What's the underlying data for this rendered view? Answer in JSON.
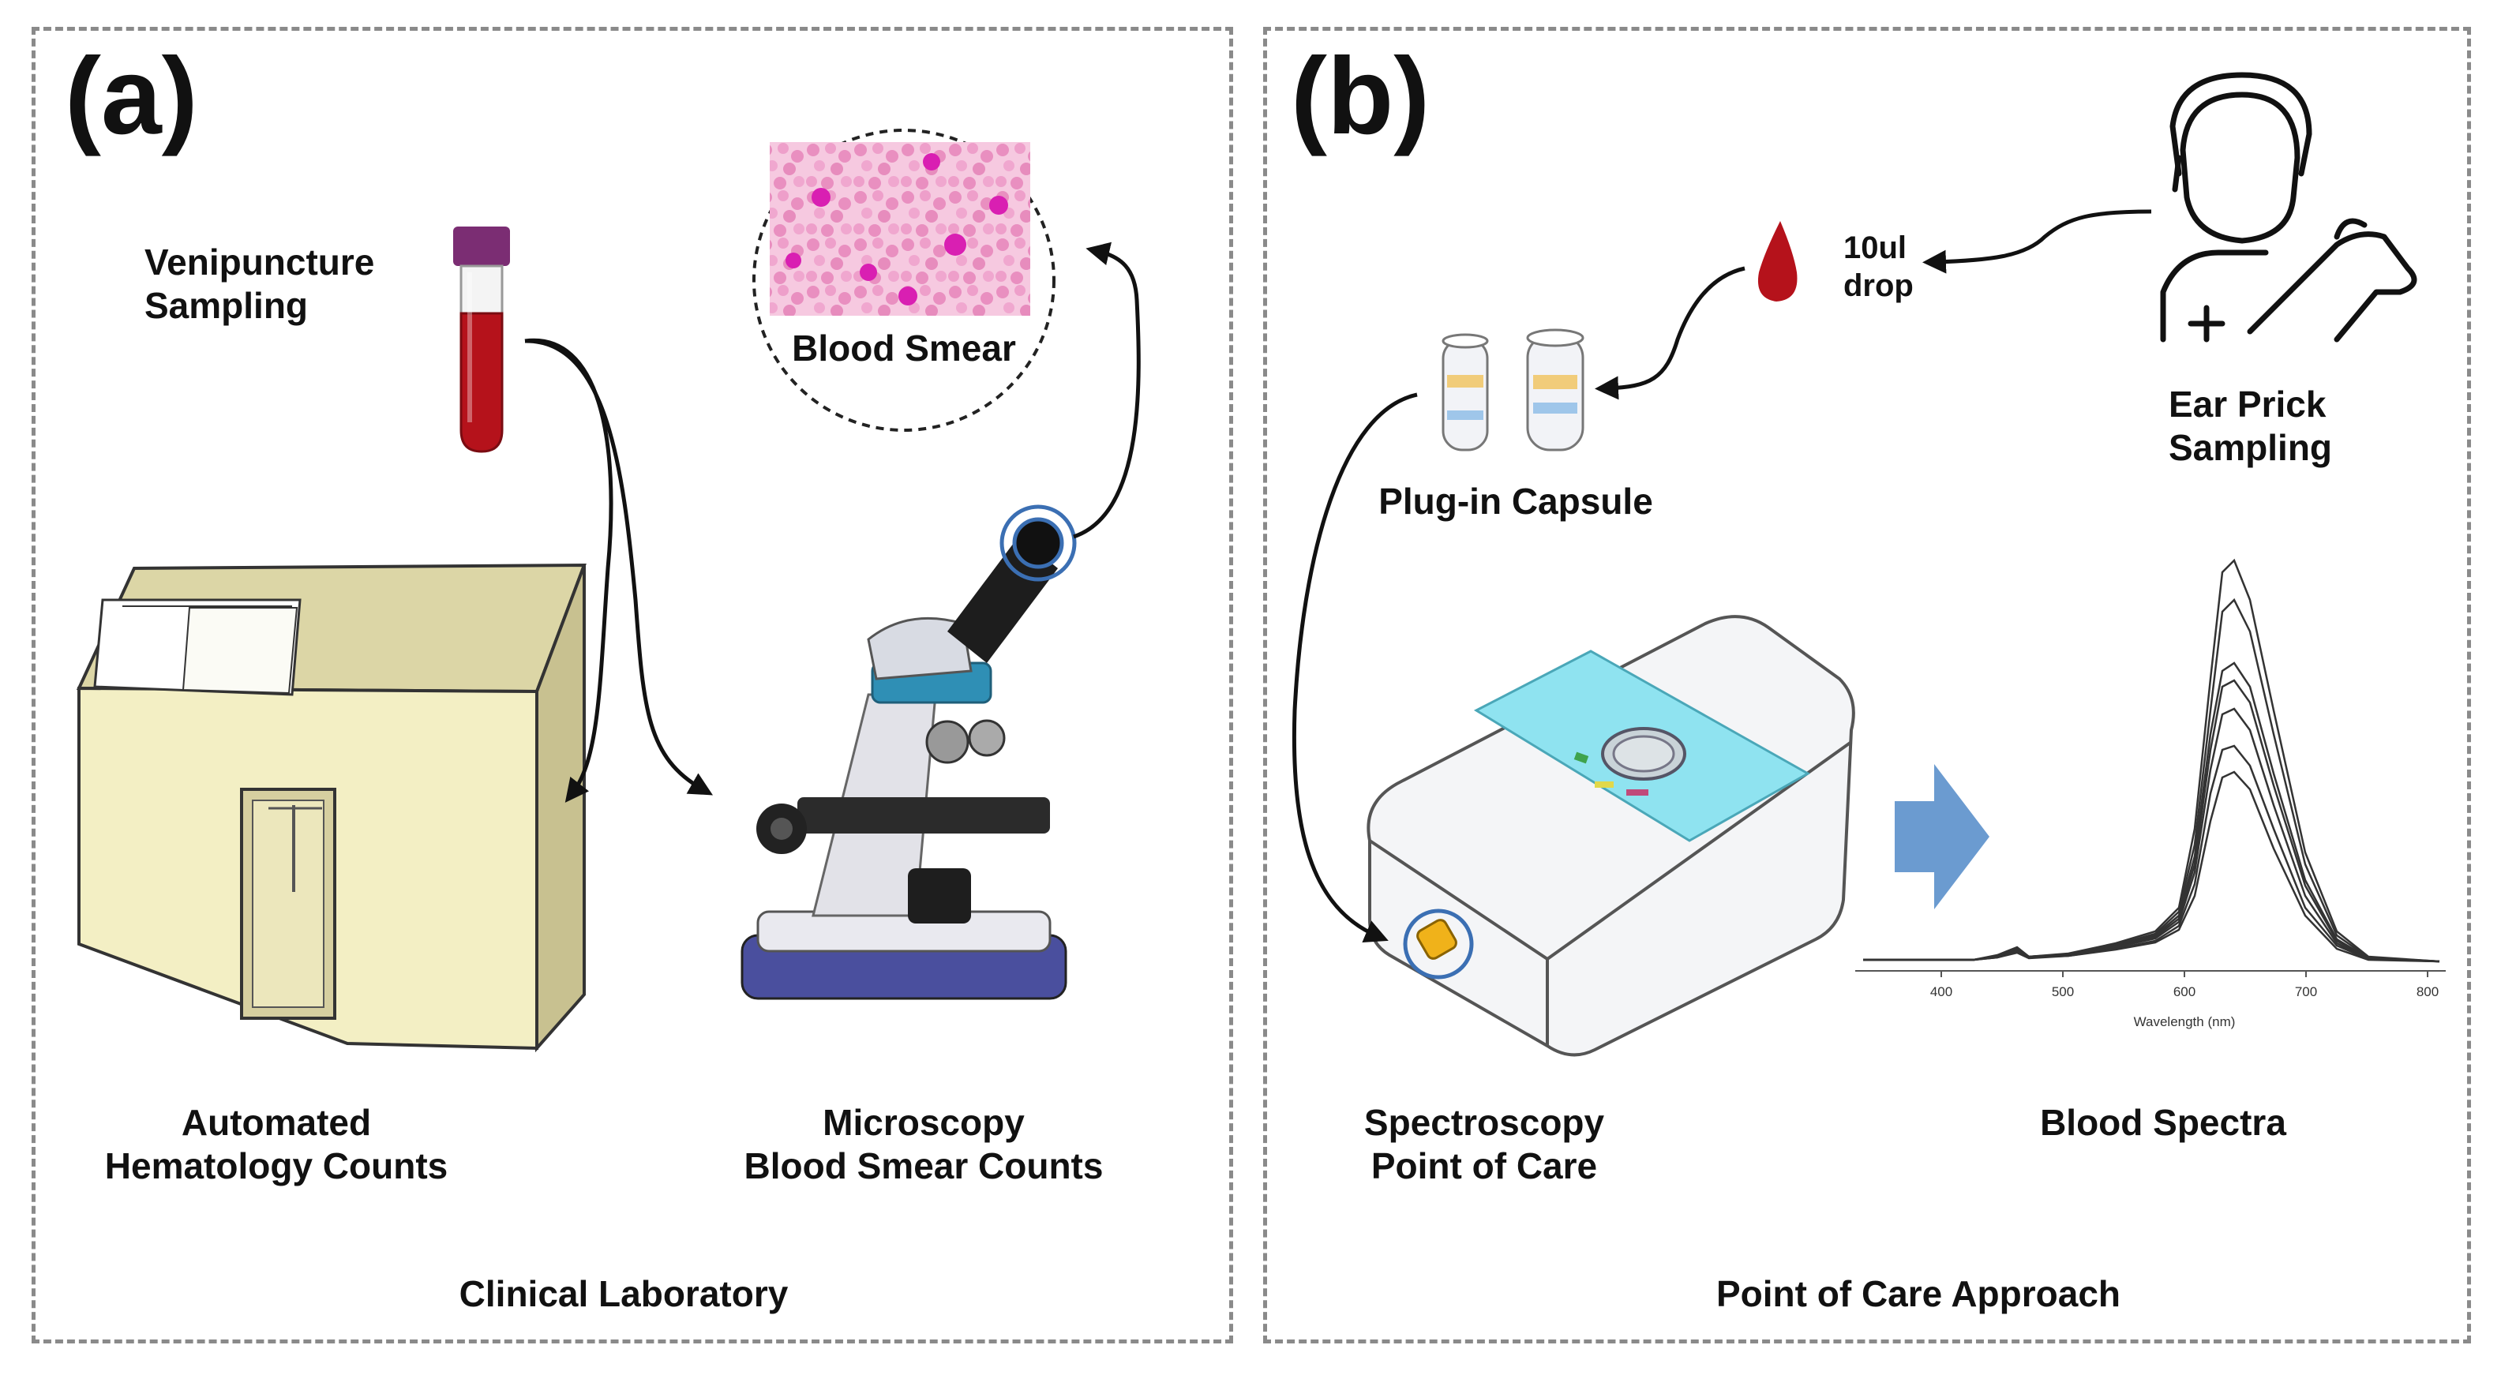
{
  "panel_a": {
    "letter": "(a)",
    "venipuncture": [
      "Venipuncture",
      "Sampling"
    ],
    "blood_smear": "Blood Smear",
    "automated": [
      "Automated",
      "Hematology Counts"
    ],
    "microscopy": [
      "Microscopy",
      "Blood Smear Counts"
    ],
    "footer": "Clinical Laboratory"
  },
  "panel_b": {
    "letter": "(b)",
    "drop": [
      "10ul",
      "drop"
    ],
    "ear_prick": [
      "Ear Prick",
      "Sampling"
    ],
    "capsule": "Plug-in Capsule",
    "spectroscopy": [
      "Spectroscopy",
      "Point of Care"
    ],
    "spectra": "Blood Spectra",
    "footer": "Point of Care Approach"
  },
  "spectra_plot": {
    "x_ticks": [
      "400",
      "500",
      "600",
      "700",
      "800"
    ],
    "x_label": "Wavelength (nm)"
  },
  "colors": {
    "tube_cap": "#7b2d73",
    "blood": "#b5121b",
    "analyzer_body": "#f3efc4",
    "highlight_ring": "#3b6fb3",
    "device_window": "#8fe3f0",
    "arrow_fill": "#6b9bd0"
  }
}
